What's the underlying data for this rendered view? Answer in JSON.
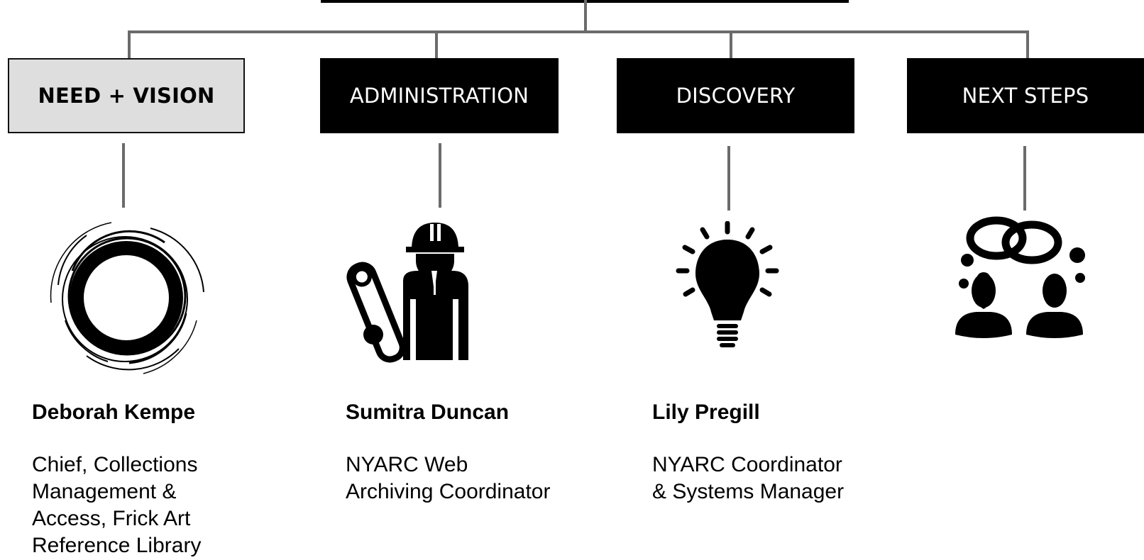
{
  "columns": [
    {
      "label": "NEED + VISION",
      "icon": "swirl-circle-icon",
      "person": {
        "name": "Deborah Kempe",
        "title": "Chief, Collections\nManagement &\nAccess, Frick Art\nReference Library"
      }
    },
    {
      "label": "ADMINISTRATION",
      "icon": "construction-worker-icon",
      "person": {
        "name": "Sumitra Duncan",
        "title": "NYARC Web\nArchiving Coordinator"
      }
    },
    {
      "label": "DISCOVERY",
      "icon": "lightbulb-icon",
      "person": {
        "name": "Lily Pregill",
        "title": "NYARC Coordinator\n& Systems Manager"
      }
    },
    {
      "label": "NEXT STEPS",
      "icon": "two-people-conversation-icon",
      "person": null
    }
  ],
  "colors": {
    "box_dark": "#000000",
    "box_light": "#dedede",
    "connector": "#6b6b6b"
  }
}
